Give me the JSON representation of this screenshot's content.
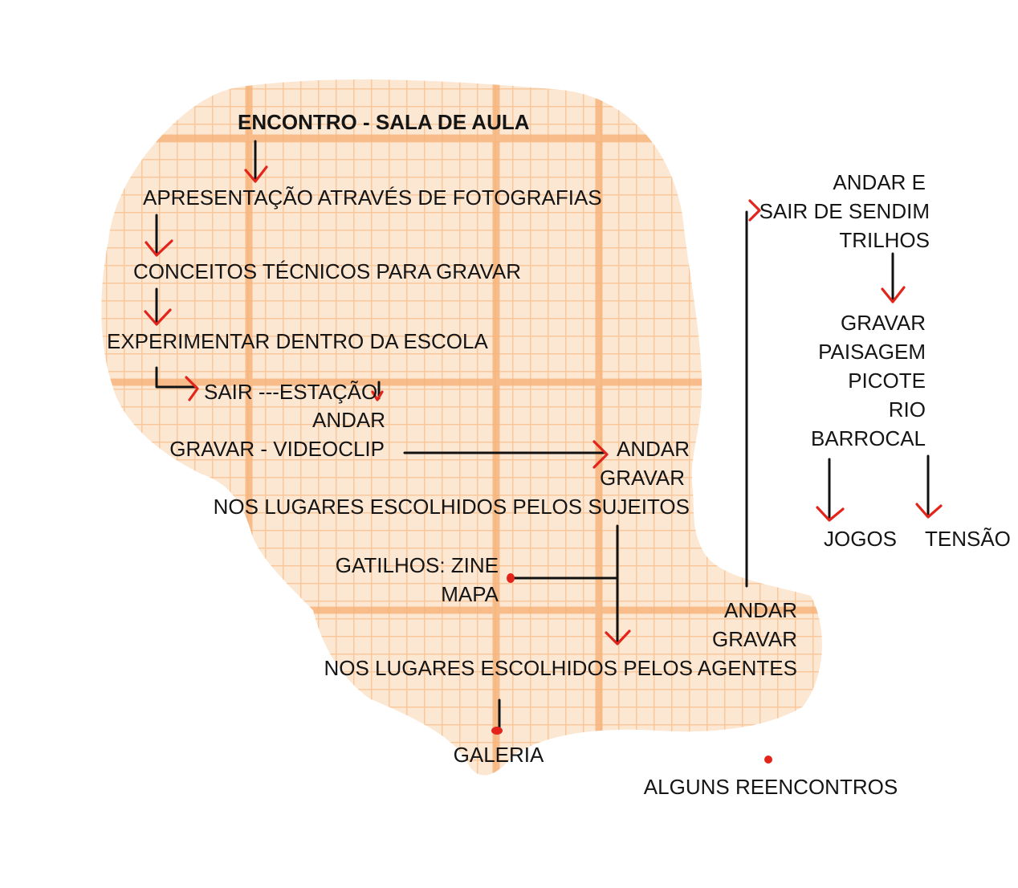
{
  "labels": {
    "encontro": "ENCONTRO - SALA DE AULA",
    "apresentacao": "APRESENTAÇÃO ATRAVÉS DE FOTOGRAFIAS",
    "conceitos": "CONCEITOS TÉCNICOS PARA GRAVAR",
    "experimentar": "EXPERIMENTAR DENTRO DA ESCOLA",
    "sair_estacao": "SAIR ---ESTAÇÃO",
    "andar_1": "ANDAR",
    "gravar_videoclip": "GRAVAR - VIDEOCLIP",
    "andar_2": "ANDAR",
    "gravar_2": "GRAVAR",
    "sujeitos": "NOS LUGARES ESCOLHIDOS PELOS SUJEITOS",
    "gatilhos": "GATILHOS: ZINE",
    "mapa": "MAPA",
    "andar_3": "ANDAR",
    "gravar_3": "GRAVAR",
    "agentes": "NOS LUGARES ESCOLHIDOS PELOS AGENTES",
    "galeria": "GALERIA",
    "andar_e": "ANDAR E",
    "sair_sendim": "SAIR DE SENDIM",
    "trilhos": "TRILHOS",
    "gravar_4": "GRAVAR",
    "paisagem": "PAISAGEM",
    "picote": "PICOTE",
    "rio": "RIO",
    "barrocal": "BARROCAL",
    "jogos": "JOGOS",
    "tensao": "TENSÃO",
    "reencontros": "ALGUNS REENCONTROS"
  },
  "colors": {
    "map_fill": "#fce7d3",
    "grid_line": "#f8c89c",
    "arrow_head": "#e3241b",
    "line": "#111111",
    "text": "#151515"
  }
}
